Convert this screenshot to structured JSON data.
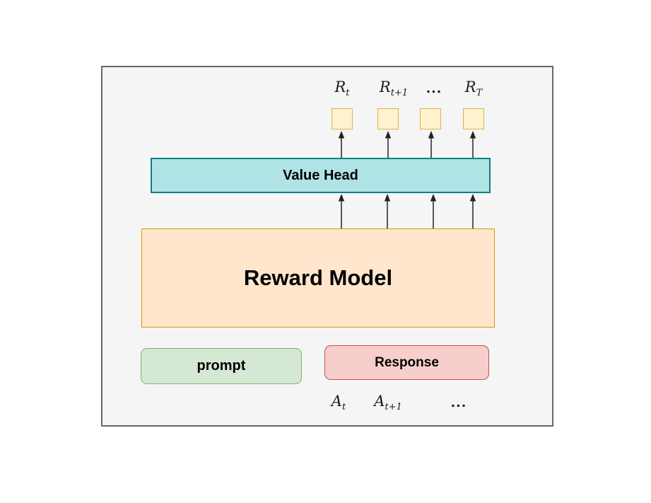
{
  "diagram": {
    "top_labels": [
      {
        "base": "R",
        "sub": "t"
      },
      {
        "base": "R",
        "sub": "t+1"
      },
      {
        "text": "..."
      },
      {
        "base": "R",
        "sub": "T"
      }
    ],
    "value_head": {
      "label": "Value Head"
    },
    "reward_model": {
      "label": "Reward Model"
    },
    "prompt_box": {
      "label": "prompt"
    },
    "response_box": {
      "label": "Response"
    },
    "bottom_labels": [
      {
        "base": "A",
        "sub": "t"
      },
      {
        "base": "A",
        "sub": "t+1"
      },
      {
        "text": "..."
      }
    ],
    "output_square_count": 4,
    "colors": {
      "frame_bg": "#f5f5f5",
      "frame_border": "#666666",
      "square_fill": "#fff2cc",
      "square_border": "#d6b656",
      "value_head_fill": "#b0e3e6",
      "value_head_border": "#0e8088",
      "reward_model_fill": "#ffe6cc",
      "reward_model_border": "#d79b00",
      "prompt_fill": "#d5e8d4",
      "prompt_border": "#82b366",
      "response_fill": "#f8cecc",
      "response_border": "#b85450",
      "arrow": "#3d3d3d"
    }
  }
}
